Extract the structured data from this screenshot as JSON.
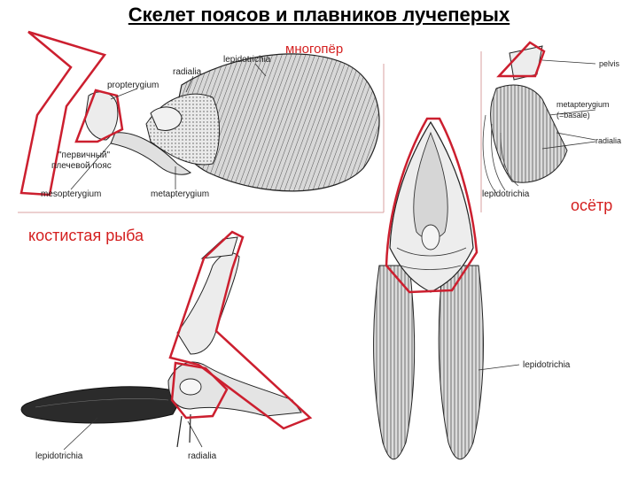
{
  "title": "Скелет поясов и плавников лучеперых",
  "panels": {
    "polypterus": {
      "name": "многопёр",
      "labels": {
        "lepidotrichia": "lepidotrichia",
        "radialia": "radialia",
        "propterygium": "propterygium",
        "primary_girdle_line1": "\"первичный\"",
        "primary_girdle_line2": "плечевой пояс",
        "mesopterygium": "mesopterygium",
        "metapterygium": "metapterygium"
      }
    },
    "sturgeon": {
      "name": "осётр",
      "labels": {
        "pelvis": "pelvis",
        "metapterygium_line1": "metapterygium",
        "metapterygium_line2": "(=basale)",
        "radialia": "radialia",
        "lepidotrichia": "lepidotrichia"
      }
    },
    "teleost": {
      "name": "костистая рыба",
      "labels": {
        "lepidotrichia_right": "lepidotrichia",
        "lepidotrichia_left": "lepidotrichia",
        "radialia": "radialia"
      }
    }
  },
  "colors": {
    "highlight_outline": "#cc1f2f",
    "panel_divider": "#d8a0a0",
    "caption_red": "#d42020",
    "drawing_ink": "#222222"
  }
}
